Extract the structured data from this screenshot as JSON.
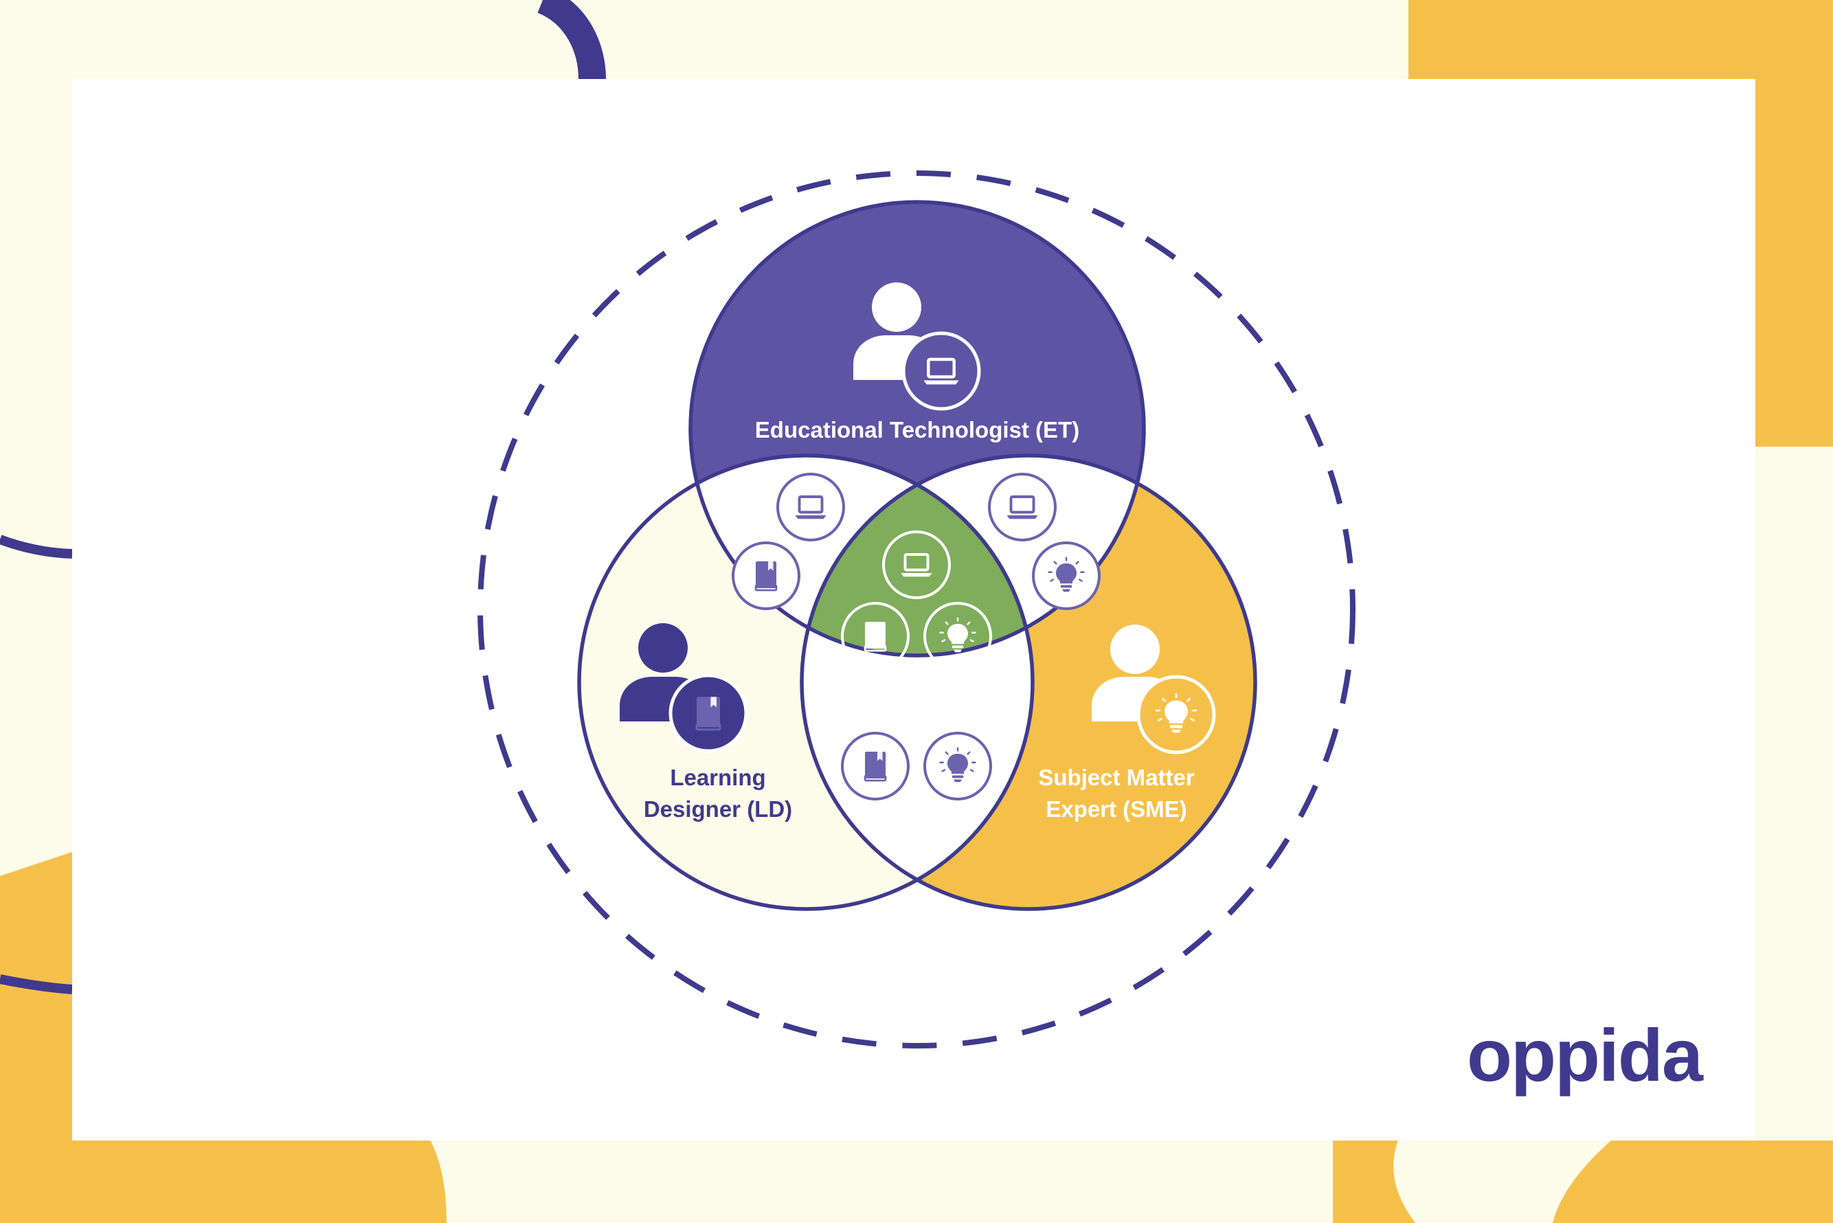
{
  "diagram": {
    "roles": [
      {
        "id": "et",
        "label_lines": [
          "Educational Technologist (ET)"
        ],
        "icon": "laptop-icon",
        "fill": "#5f53a3",
        "text_color": "#ffffff"
      },
      {
        "id": "ld",
        "label_lines": [
          "Learning",
          "Designer (LD)"
        ],
        "icon": "book-icon",
        "fill": "#fdfbea",
        "text_color": "#3f3a8d"
      },
      {
        "id": "sme",
        "label_lines": [
          "Subject Matter",
          "Expert (SME)"
        ],
        "icon": "lightbulb-icon",
        "fill": "#f5c04a",
        "text_color": "#ffffff"
      }
    ],
    "overlaps": [
      {
        "id": "et-ld",
        "icons": [
          "laptop-icon",
          "book-icon"
        ]
      },
      {
        "id": "et-sme",
        "icons": [
          "laptop-icon",
          "lightbulb-icon"
        ]
      },
      {
        "id": "ld-sme",
        "icons": [
          "book-icon",
          "lightbulb-icon"
        ]
      },
      {
        "id": "all",
        "icons": [
          "laptop-icon",
          "book-icon",
          "lightbulb-icon"
        ],
        "fill": "#7fad5c"
      }
    ],
    "outline_color": "#3f3a8d",
    "icon_color": "#6d62ae"
  },
  "brand": {
    "logo_text": "oppida",
    "color": "#3f3a8d"
  },
  "background": {
    "page": "#fdfbea",
    "card": "#ffffff",
    "accent_yellow": "#f5c04a",
    "accent_purple": "#3f3a8d"
  }
}
